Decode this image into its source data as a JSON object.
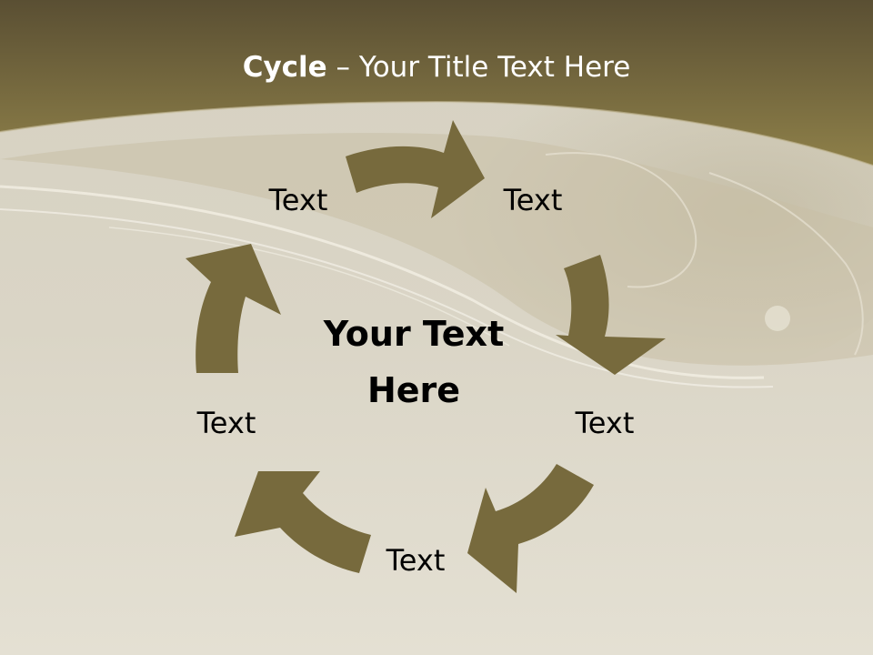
{
  "slide": {
    "title_bold": "Cycle",
    "title_rest": " – Your Title Text Here",
    "center_text_line1": "Your Text",
    "center_text_line2": "Here",
    "nodes": [
      "Text",
      "Text",
      "Text",
      "Text",
      "Text"
    ]
  },
  "colors": {
    "banner_top": "#5a4f33",
    "banner_bottom": "#8c7d48",
    "arrow": "#776a3d",
    "background": "#dcd7c7"
  }
}
